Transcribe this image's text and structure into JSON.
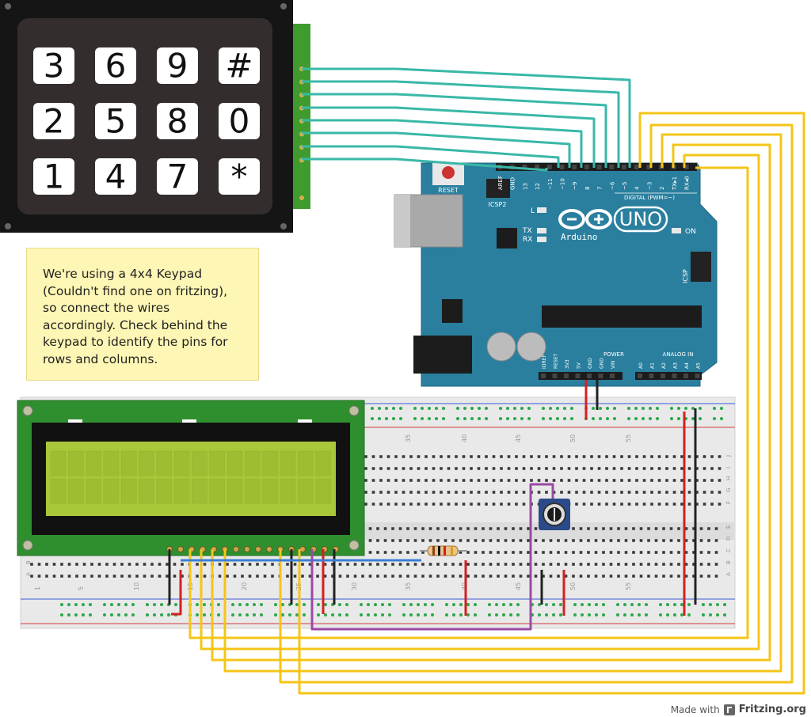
{
  "keypad": {
    "keys": [
      {
        "label": "3",
        "col": 0,
        "row": 0
      },
      {
        "label": "6",
        "col": 1,
        "row": 0
      },
      {
        "label": "9",
        "col": 2,
        "row": 0
      },
      {
        "label": "#",
        "col": 3,
        "row": 0
      },
      {
        "label": "2",
        "col": 0,
        "row": 1
      },
      {
        "label": "5",
        "col": 1,
        "row": 1
      },
      {
        "label": "8",
        "col": 2,
        "row": 1
      },
      {
        "label": "0",
        "col": 3,
        "row": 1
      },
      {
        "label": "1",
        "col": 0,
        "row": 2
      },
      {
        "label": "4",
        "col": 1,
        "row": 2
      },
      {
        "label": "7",
        "col": 2,
        "row": 2
      },
      {
        "label": "*",
        "col": 3,
        "row": 2
      }
    ]
  },
  "note": {
    "text": "We're using a 4x4 Keypad\n(Couldn't find one on fritzing),\nso connect the wires\naccordingly. Check behind the\nkeypad to identify the pins for\nrows and columns."
  },
  "arduino": {
    "model": "UNO",
    "brand": "Arduino",
    "reset_label": "RESET",
    "icsp2_label": "ICSP2",
    "icsp_label": "ICSP",
    "led_l": "L",
    "led_tx": "TX",
    "led_rx": "RX",
    "led_on": "ON",
    "digital_label": "DIGITAL (PWM=~)",
    "power_label": "POWER",
    "analog_label": "ANALOG IN",
    "top_pins": [
      "AREF",
      "GND",
      "13",
      "12",
      "~11",
      "~10",
      "~9",
      "8",
      "7",
      "~6",
      "~5",
      "4",
      "~3",
      "2",
      "TX▸1",
      "RX◂0"
    ],
    "power_pins": [
      "IOREF",
      "RESET",
      "3V3",
      "5V",
      "GND",
      "GND",
      "VIN"
    ],
    "analog_pins": [
      "A0",
      "A1",
      "A2",
      "A3",
      "A4",
      "A5"
    ]
  },
  "breadboard": {
    "top_numbers": [
      "35",
      "40",
      "45",
      "50",
      "55"
    ],
    "bottom_numbers": [
      "1",
      "5",
      "10",
      "15",
      "20",
      "25",
      "30",
      "35",
      "40",
      "45",
      "50",
      "55"
    ],
    "row_letters_top": [
      "J",
      "I",
      "H",
      "G",
      "F"
    ],
    "row_letters_bottom": [
      "E",
      "D",
      "C",
      "B",
      "A"
    ]
  },
  "footer": {
    "made_with": "Made with",
    "brand": "Fritzing.org"
  },
  "colors": {
    "arduino_blue": "#2a7f9e",
    "keypad_body": "#1a1a1a",
    "lcd_pcb": "#2f8f2f",
    "lcd_screen": "#a8c83a",
    "wire_teal": "#39b8a8",
    "wire_yellow": "#f5c518",
    "wire_red": "#d42020",
    "wire_black": "#222222",
    "wire_blue": "#3b7fd4",
    "wire_purple": "#9b4aa6"
  }
}
